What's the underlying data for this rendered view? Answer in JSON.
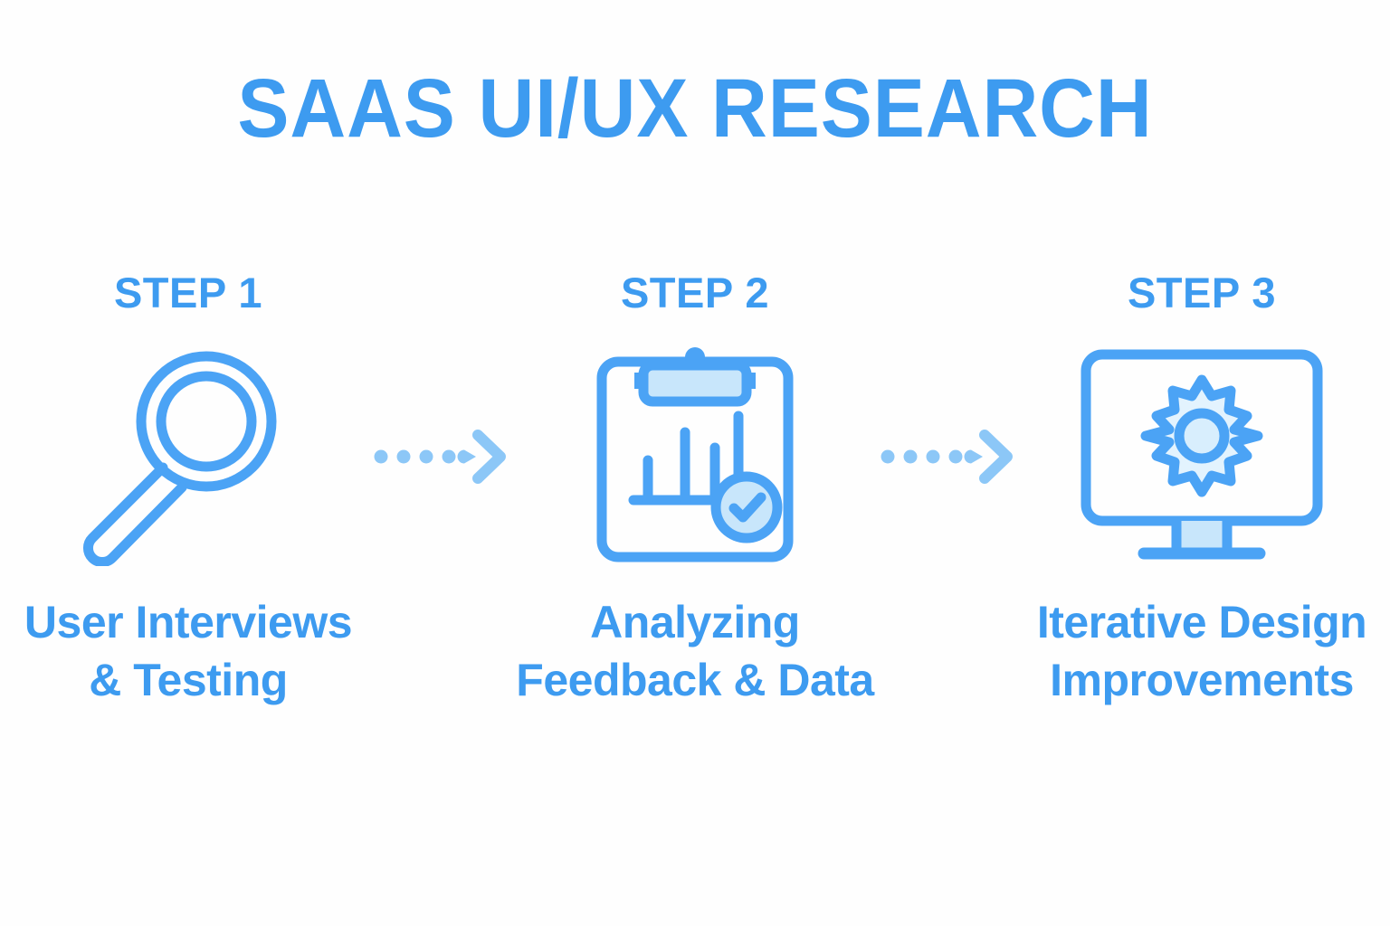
{
  "page": {
    "title": "SAAS UI/UX RESEARCH",
    "background_color": "#FEFEFE"
  },
  "colors": {
    "primary_blue": "#3D9BF0",
    "icon_blue": "#4BA3F5",
    "light_fill": "#C8E6FB",
    "arrow_blue": "#8CC7F7"
  },
  "steps": [
    {
      "kicker": "STEP 1",
      "icon": "magnifying-glass-icon",
      "label": "User Interviews\n& Testing"
    },
    {
      "kicker": "STEP 2",
      "icon": "clipboard-chart-check-icon",
      "label": "Analyzing\nFeedback & Data"
    },
    {
      "kicker": "STEP 3",
      "icon": "monitor-gear-icon",
      "label": "Iterative Design\nImprovements"
    }
  ],
  "connectors": [
    {
      "icon": "dotted-arrow-icon",
      "dots": 5
    },
    {
      "icon": "dotted-arrow-icon",
      "dots": 5
    }
  ]
}
